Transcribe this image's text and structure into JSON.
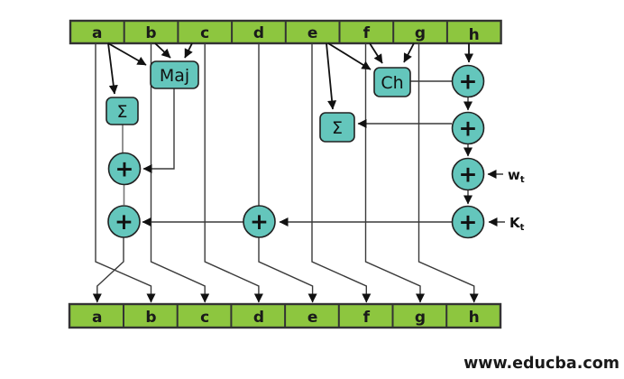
{
  "watermark": "www.educba.com",
  "top_registers": [
    "a",
    "b",
    "c",
    "d",
    "e",
    "f",
    "g",
    "h"
  ],
  "bottom_registers": [
    "a",
    "b",
    "c",
    "d",
    "e",
    "f",
    "g",
    "h"
  ],
  "functions": {
    "maj": "Maj",
    "ch": "Ch",
    "sigma_left": "Σ",
    "sigma_right": "Σ"
  },
  "operators": {
    "plus": "+"
  },
  "inputs": {
    "w_main": "w",
    "w_sub": "t",
    "k_main": "K",
    "k_sub": "t"
  },
  "colors": {
    "register_green": "#8dc63f",
    "node_teal": "#64c6bc",
    "line": "#333333"
  }
}
